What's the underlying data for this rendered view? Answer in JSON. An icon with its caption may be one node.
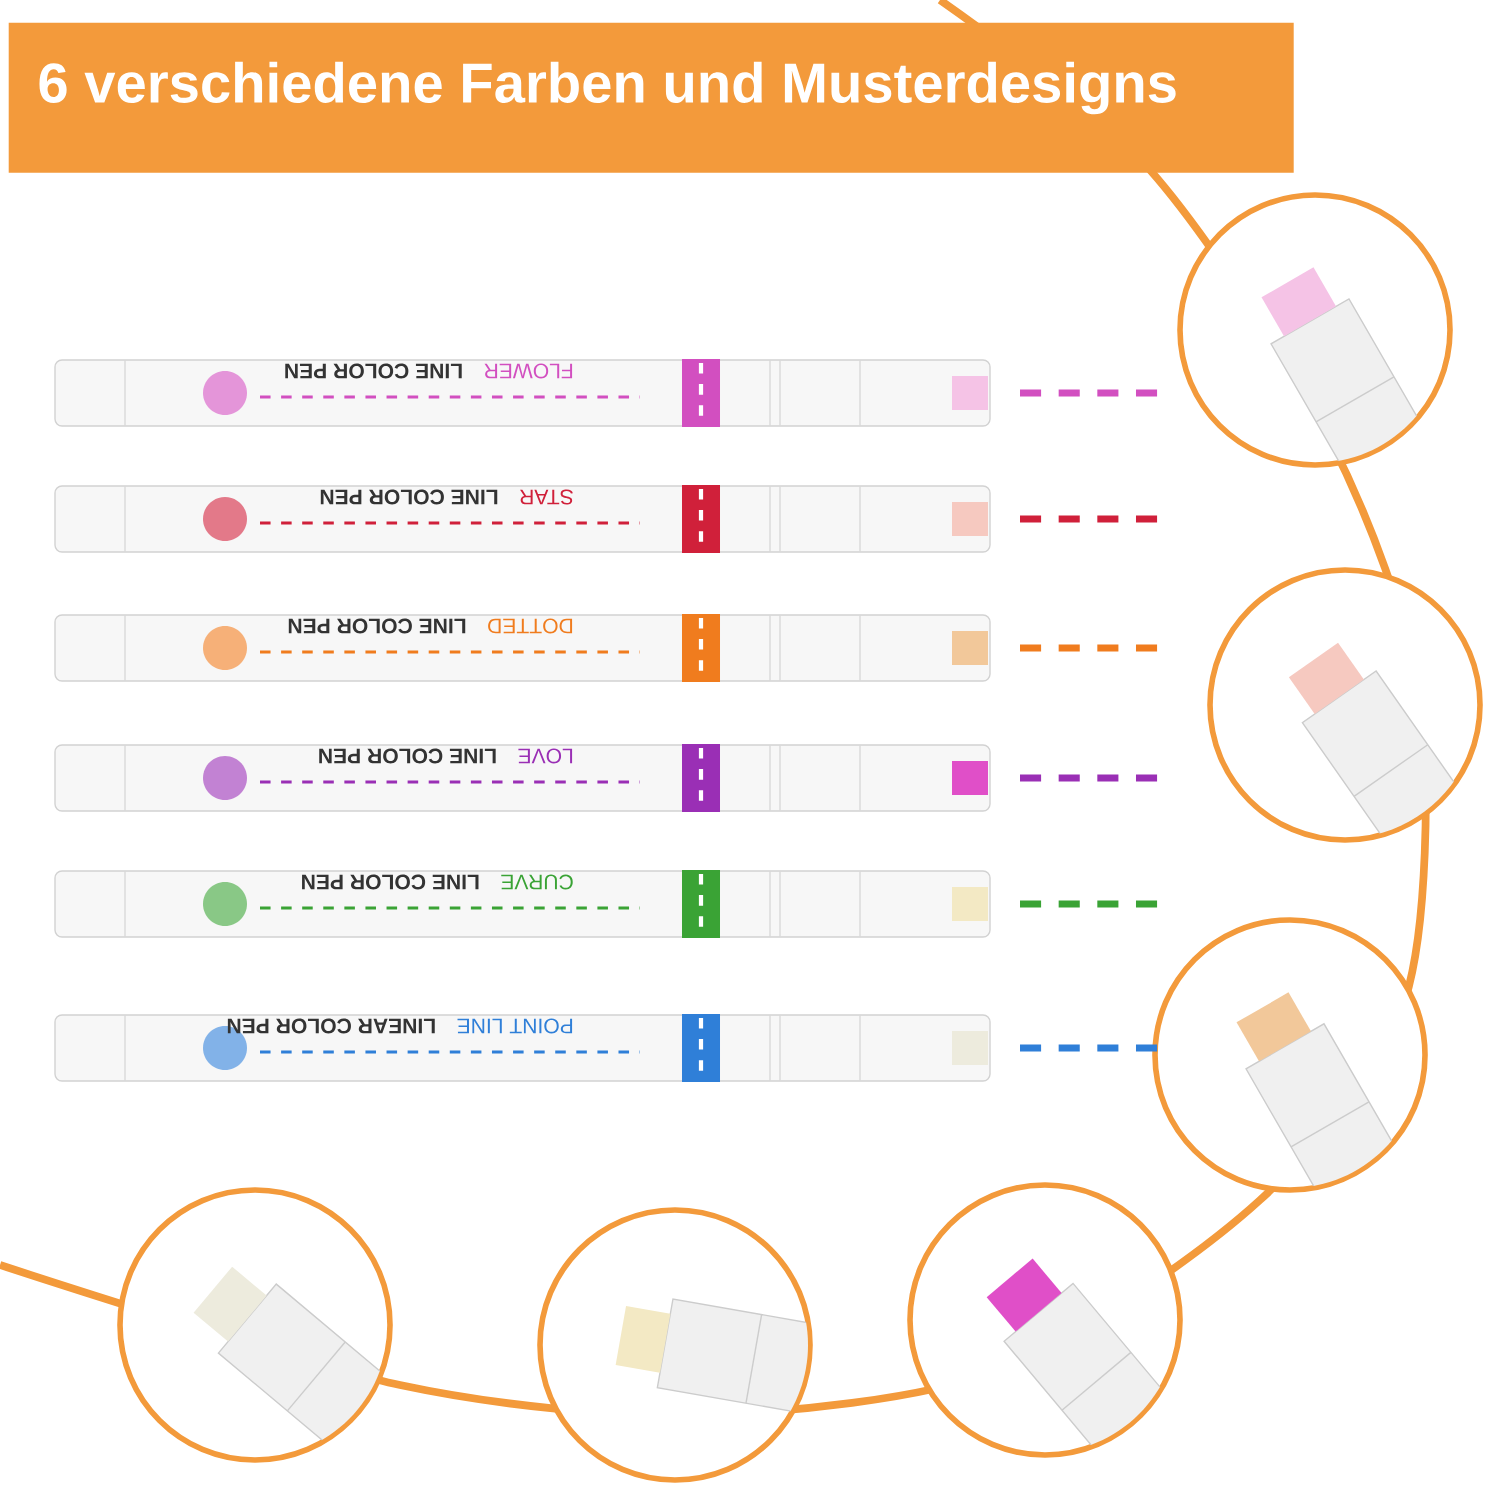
{
  "diagram": {
    "title": "6 verschiedene Farben und Musterdesigns",
    "labels": [
      "FLOWER",
      "LINE COLOR PEN",
      "STAR",
      "LINE COLOR PEN",
      "DOTTED",
      "LINE COLOR PEN",
      "LOVE",
      "LINE COLOR PEN",
      "CURVE",
      "LINE COLOR PEN",
      "POINT LINE",
      "LINEAR COLOR PEN"
    ]
  }
}
